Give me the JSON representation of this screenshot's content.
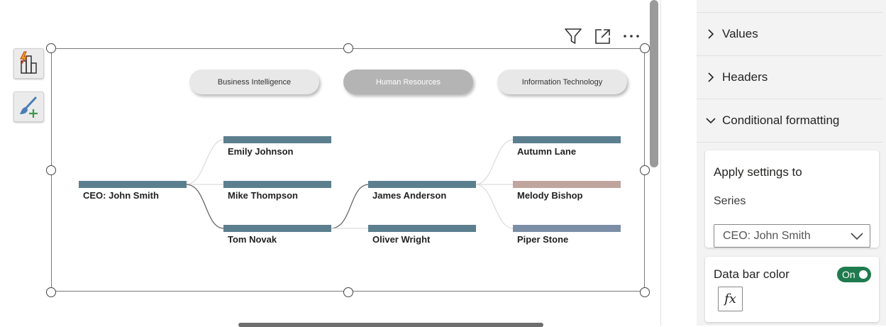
{
  "visual": {
    "headers": [
      "Business Intelligence",
      "Human Resources",
      "Information Technology"
    ],
    "active_header": "Human Resources",
    "header_icons": [
      "filter-icon",
      "focus-mode-icon",
      "more-options-icon"
    ],
    "nodes": {
      "ceo": "CEO: John Smith",
      "emily": "Emily Johnson",
      "mike": "Mike Thompson",
      "tom": "Tom Novak",
      "james": "James Anderson",
      "oliver": "Oliver Wright",
      "autumn": "Autumn Lane",
      "melody": "Melody Bishop",
      "piper": "Piper Stone"
    },
    "colors": {
      "bar": "#5b7f8e",
      "melody_bar": "#bfa59d",
      "piper_bar": "#7a8fa6"
    }
  },
  "toolbar": {
    "icons": [
      "quick-insights-visual-icon",
      "format-brush-add-icon"
    ]
  },
  "pane": {
    "sections": [
      "Values",
      "Headers",
      "Conditional formatting"
    ],
    "expanded_section": "Conditional formatting",
    "apply_card": {
      "title": "Apply settings to",
      "series_label": "Series",
      "series_value": "CEO: John Smith"
    },
    "data_bar_card": {
      "title": "Data bar color",
      "toggle_label": "On",
      "fx_label": "fx"
    },
    "accent_color": "#1e7b4e"
  }
}
